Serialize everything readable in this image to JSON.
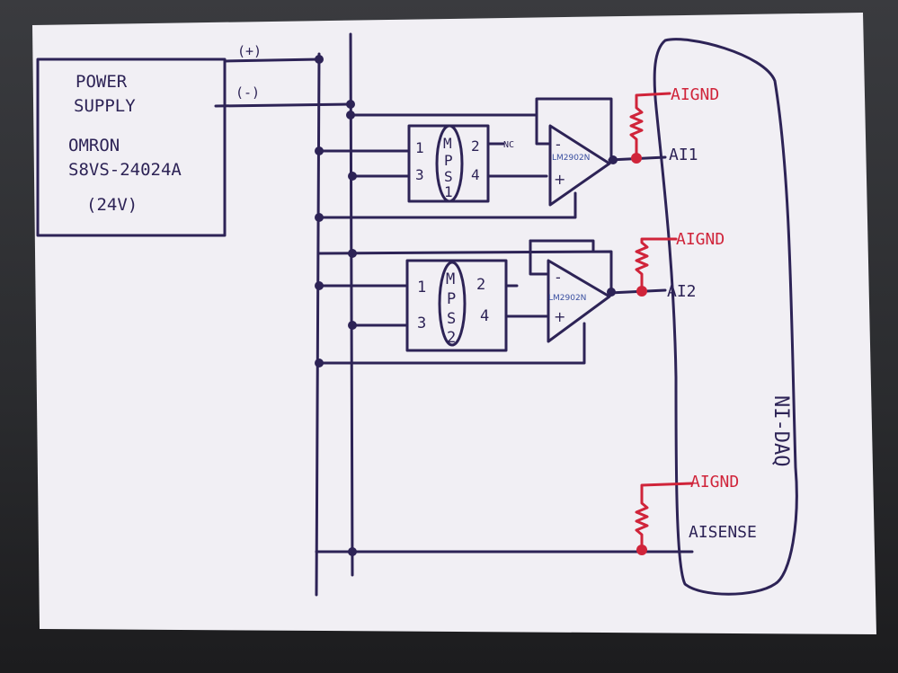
{
  "power_supply": {
    "title_line1": "POWER",
    "title_line2": "SUPPLY",
    "model_line1": "OMRON",
    "model_line2": "S8VS-24024A",
    "voltage": "(24V)"
  },
  "rails": {
    "positive_label": "(+)",
    "negative_label": "(-)"
  },
  "sensor1": {
    "pin1": "1",
    "pin2": "2",
    "pin3": "3",
    "pin4": "4",
    "nc": "NC",
    "name_letters": [
      "M",
      "P",
      "S",
      "1"
    ]
  },
  "sensor2": {
    "pin1": "1",
    "pin2": "2",
    "pin3": "3",
    "pin4": "4",
    "name_letters": [
      "M",
      "P",
      "S",
      "2"
    ]
  },
  "opamp1": {
    "part": "LM2902N",
    "minus": "-",
    "plus": "+"
  },
  "opamp2": {
    "part": "LM2902N",
    "minus": "-",
    "plus": "+"
  },
  "daq": {
    "name": "NI-DAQ",
    "aignd_1": "AIGND",
    "ai1": "AI1",
    "aignd_2": "AIGND",
    "ai2": "AI2",
    "aignd_3": "AIGND",
    "aisense": "AISENSE"
  },
  "colors": {
    "ink": "#2d2356",
    "red": "#d0243a",
    "blue": "#3a4fa0",
    "paper": "#f2f0f5"
  }
}
